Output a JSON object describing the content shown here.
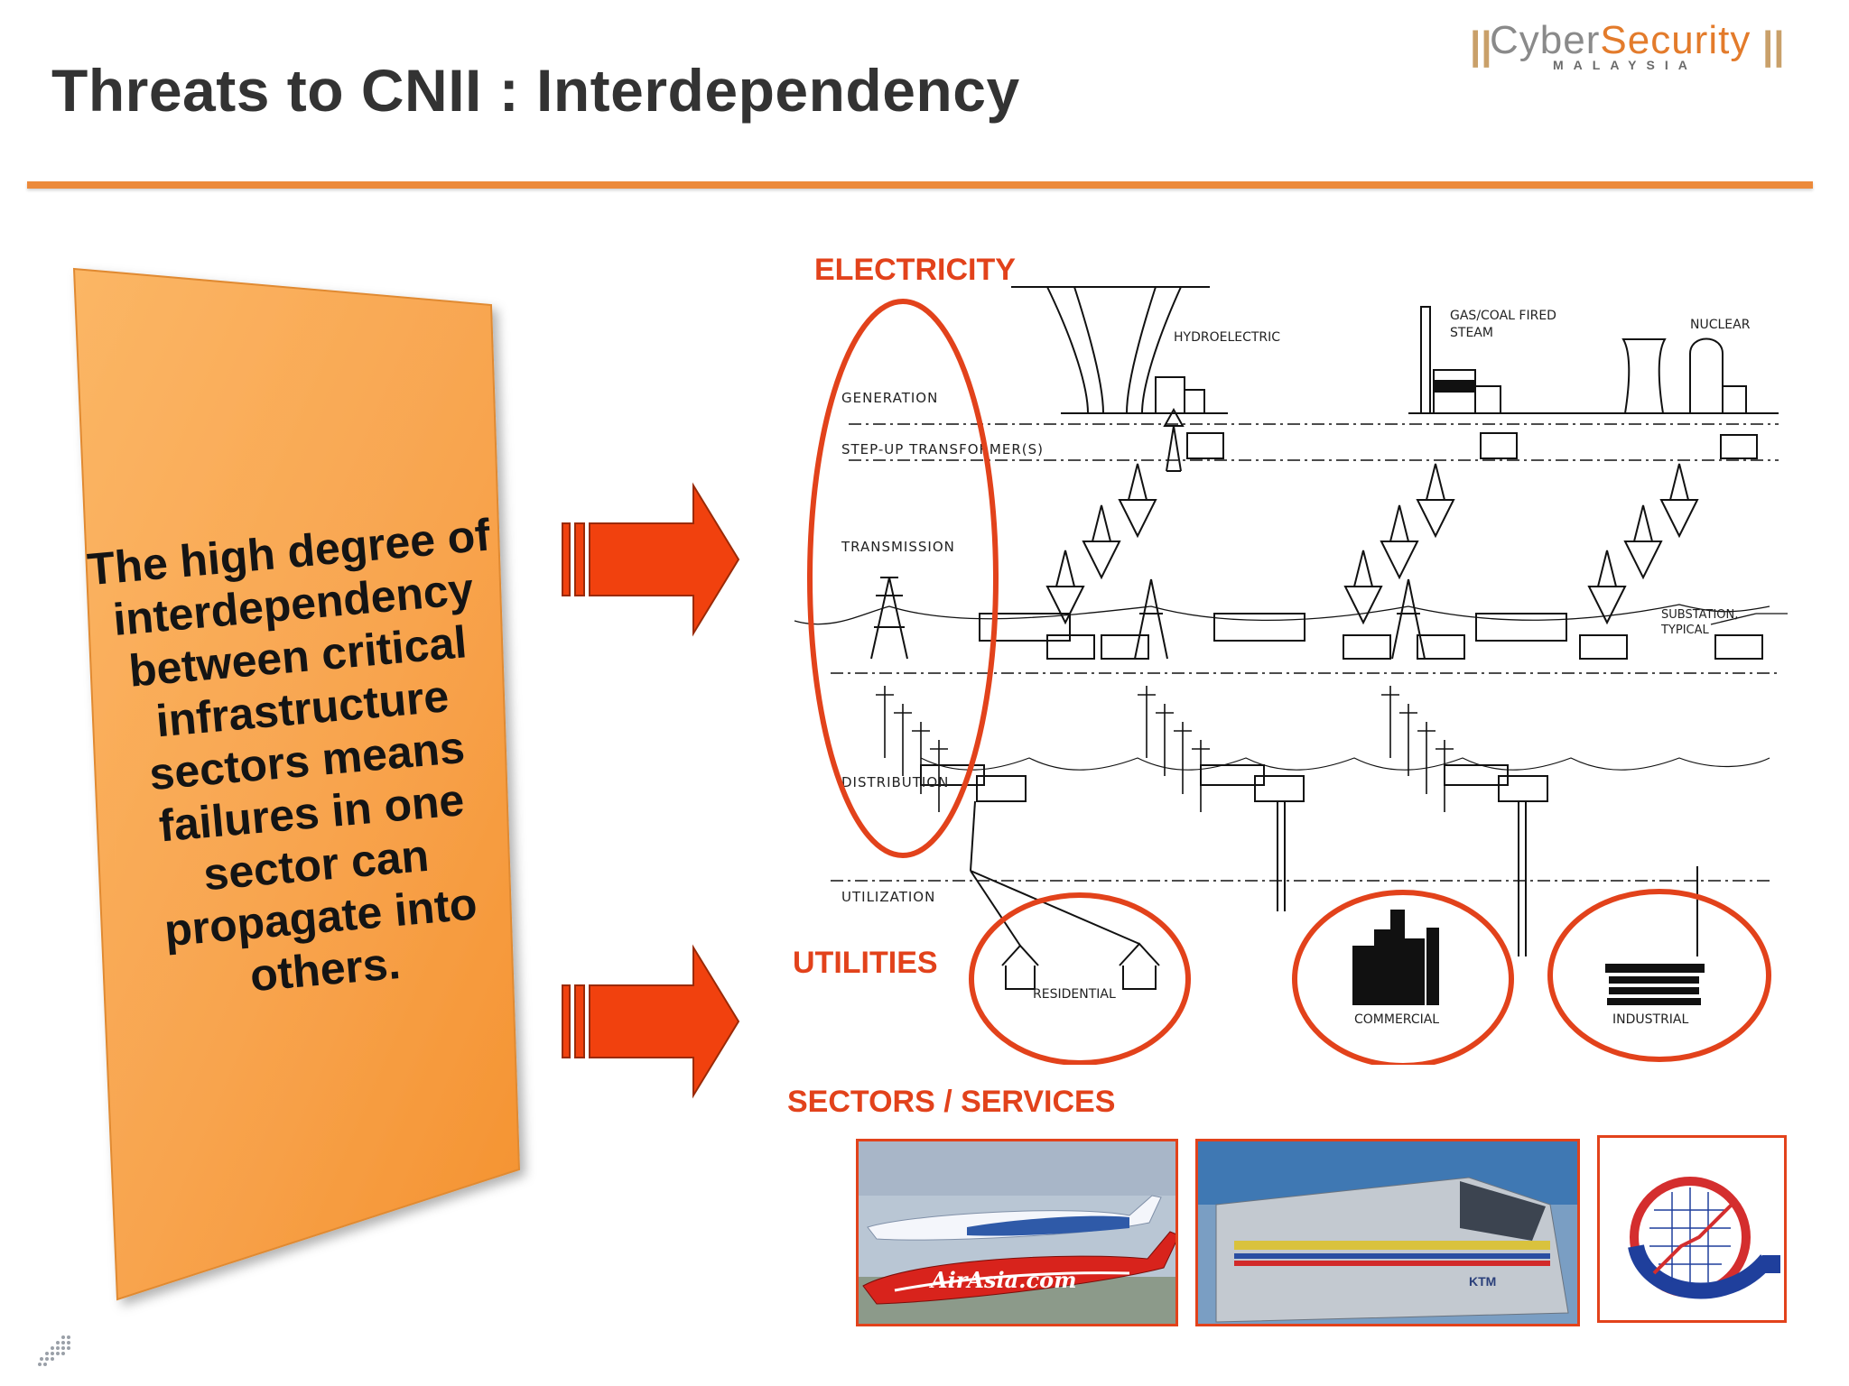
{
  "header": {
    "title": "Threats to CNII : Interdependency",
    "logo_main_a": "Cyber",
    "logo_main_b": "Security",
    "logo_sub": "MALAYSIA"
  },
  "callout": {
    "text": "The high degree of interdependency between critical infrastructure sectors means failures in one sector can propagate into others."
  },
  "sections": {
    "electricity": "ELECTRICITY",
    "utilities": "UTILITIES",
    "sectors": "SECTORS / SERVICES"
  },
  "diagram": {
    "levels": {
      "generation": "GENERATION",
      "step_up": "STEP-UP TRANSFORMER(S)",
      "transmission": "TRANSMISSION",
      "distribution": "DISTRIBUTION",
      "utilization": "UTILIZATION"
    },
    "plants": {
      "hydro": "HYDROELECTRIC",
      "gas_line1": "GAS/COAL FIRED",
      "gas_line2": "STEAM",
      "nuclear": "NUCLEAR"
    },
    "substation_line1": "SUBSTATION,",
    "substation_line2": "TYPICAL",
    "consumers": {
      "residential": "RESIDENTIAL",
      "commercial": "COMMERCIAL",
      "industrial": "INDUSTRIAL"
    }
  },
  "photos": {
    "airline_text": "AirAsia.com",
    "train_text": "KTM"
  },
  "colors": {
    "accent_red": "#e2421b",
    "orange_rule": "#ec8a3b",
    "callout_orange": "#f7a24a"
  }
}
